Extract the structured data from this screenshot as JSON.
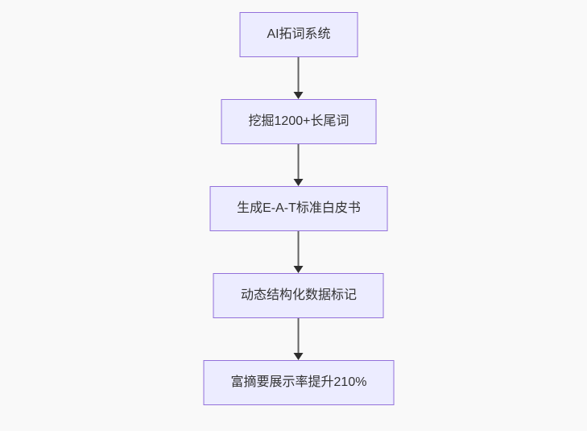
{
  "diagram": {
    "type": "flowchart",
    "direction": "top-down",
    "colors": {
      "background": "#f9f9f9",
      "node_fill": "#ececff",
      "node_border": "#9370db",
      "node_text": "#333333",
      "edge_line": "#636363",
      "arrowhead": "#2e2e2e"
    },
    "nodes": [
      {
        "label": "AI拓词系统"
      },
      {
        "label": "挖掘1200+长尾词"
      },
      {
        "label": "生成E-A-T标准白皮书"
      },
      {
        "label": "动态结构化数据标记"
      },
      {
        "label": "富摘要展示率提升210%"
      }
    ],
    "edges": [
      {
        "from": 0,
        "to": 1
      },
      {
        "from": 1,
        "to": 2
      },
      {
        "from": 2,
        "to": 3
      },
      {
        "from": 3,
        "to": 4
      }
    ]
  }
}
